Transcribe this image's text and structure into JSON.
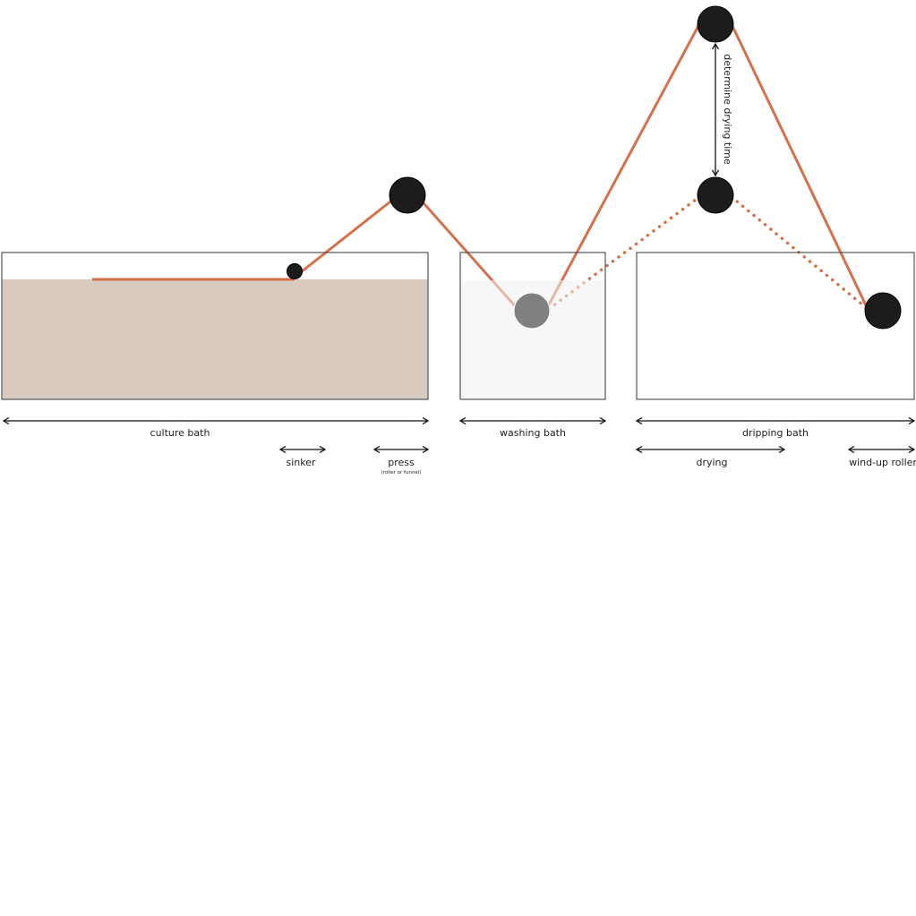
{
  "colors": {
    "belt": "#d4714a",
    "culture_liquid": "#d8cabe",
    "washing_liquid": "#f1f1f1",
    "roller": "#1c1c1c",
    "submerged_roller": "#808080"
  },
  "labels": {
    "culture_bath": "culture bath",
    "sinker": "sinker",
    "press": "press",
    "press_note": "(roller or funnel)",
    "washing_bath": "washing bath",
    "dripping_bath": "dripping bath",
    "drying": "drying",
    "wind_up_roller": "wind-up roller",
    "determine_drying_time": "determine drying time"
  }
}
